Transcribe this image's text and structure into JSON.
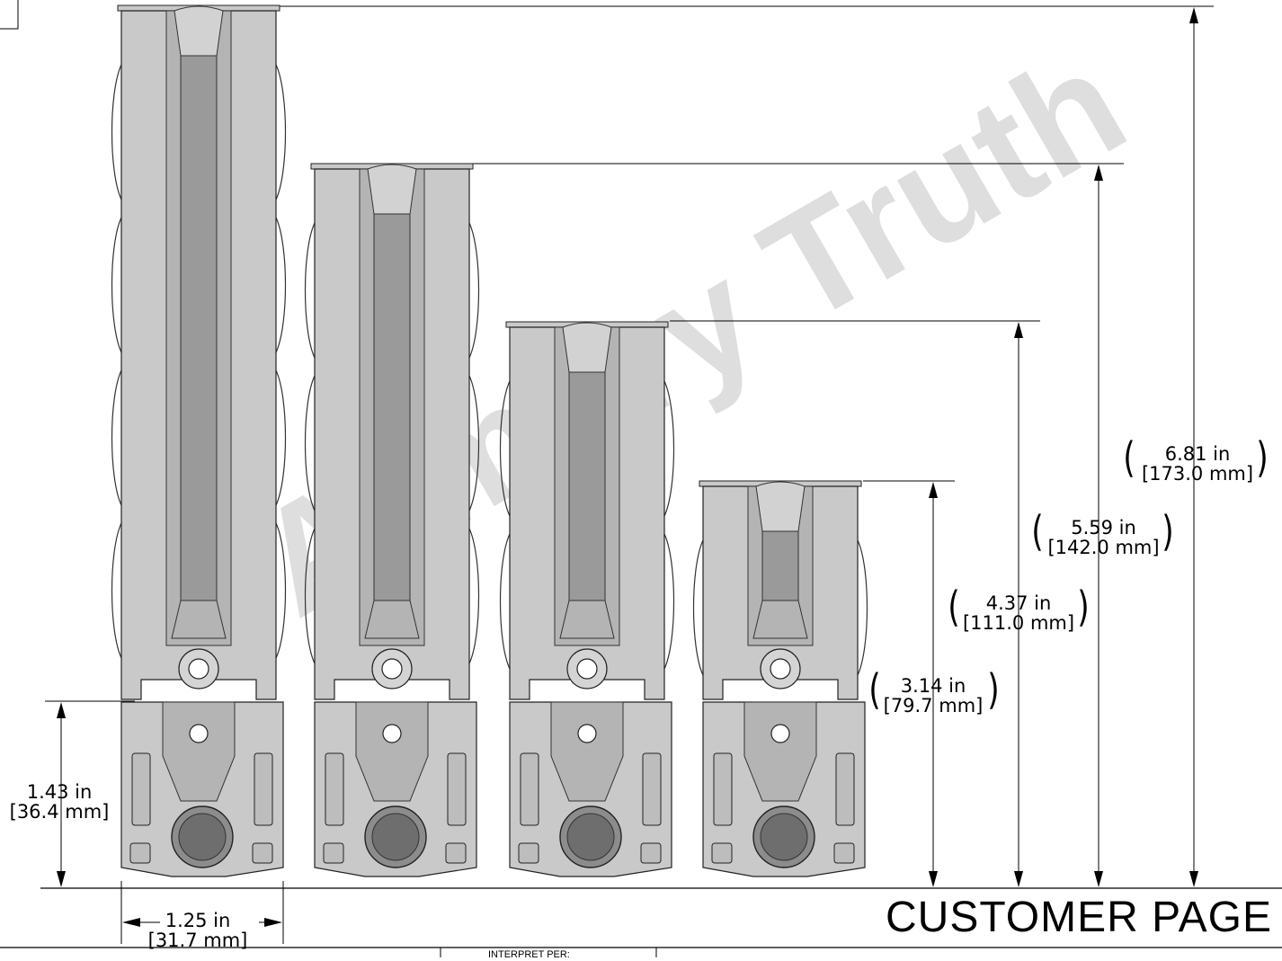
{
  "page_title": "CUSTOMER PAGE",
  "watermark": "Armory Truth",
  "title_block": {
    "interpret_label": "INTERPRET PER:"
  },
  "dimensions": {
    "height_1": {
      "in": "6.81 in",
      "mm": "[173.0 mm]"
    },
    "height_2": {
      "in": "5.59 in",
      "mm": "[142.0 mm]"
    },
    "height_3": {
      "in": "4.37 in",
      "mm": "[111.0 mm]"
    },
    "height_4": {
      "in": "3.14 in",
      "mm": "[79.7 mm]"
    },
    "mount_height": {
      "in": "1.43 in",
      "mm": "[36.4 mm]"
    },
    "width": {
      "in": "1.25 in",
      "mm": "[31.7 mm]"
    }
  },
  "colors": {
    "body": "#c9c9c9",
    "shade": "#b4b4b4",
    "dark": "#9a9a9a",
    "line": "#000000",
    "watermark": "#d9d9d9"
  }
}
